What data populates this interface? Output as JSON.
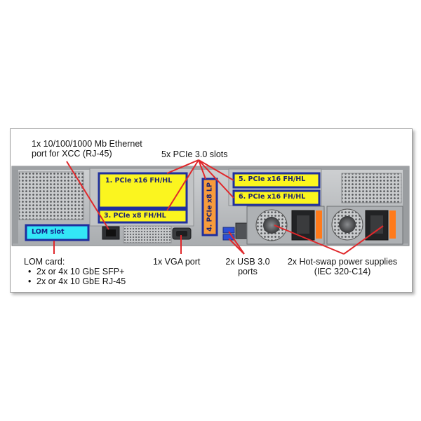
{
  "labels": {
    "ethernet": "1x 10/100/1000 Mb Ethernet\nport for XCC (RJ-45)",
    "pcie_slots": "5x PCIe 3.0 slots",
    "lom_card_title": "LOM card:",
    "lom_card_items": [
      "2x or 4x 10 GbE SFP+",
      "2x or 4x 10 GbE RJ-45"
    ],
    "vga": "1x VGA port",
    "usb": "2x USB 3.0\nports",
    "psu": "2x Hot-swap power supplies\n(IEC 320-C14)"
  },
  "slots": {
    "s1": "1. PCIe x16 FH/HL",
    "s3": "3. PCIe x8 FH/HL",
    "s4": "4. PCIe x8 LP",
    "s5": "5. PCIe x16 FH/HL",
    "s6": "6. PCIe x16 FH/HL",
    "lom": "LOM slot"
  },
  "colors": {
    "callout_line": "#e0282b",
    "slot_fill": "#fbf51f",
    "slot_border": "#1f2f9d",
    "lom_fill": "#33e7f7",
    "slot4_fill": "#f79b3b",
    "chassis": "#b5b8bb"
  }
}
